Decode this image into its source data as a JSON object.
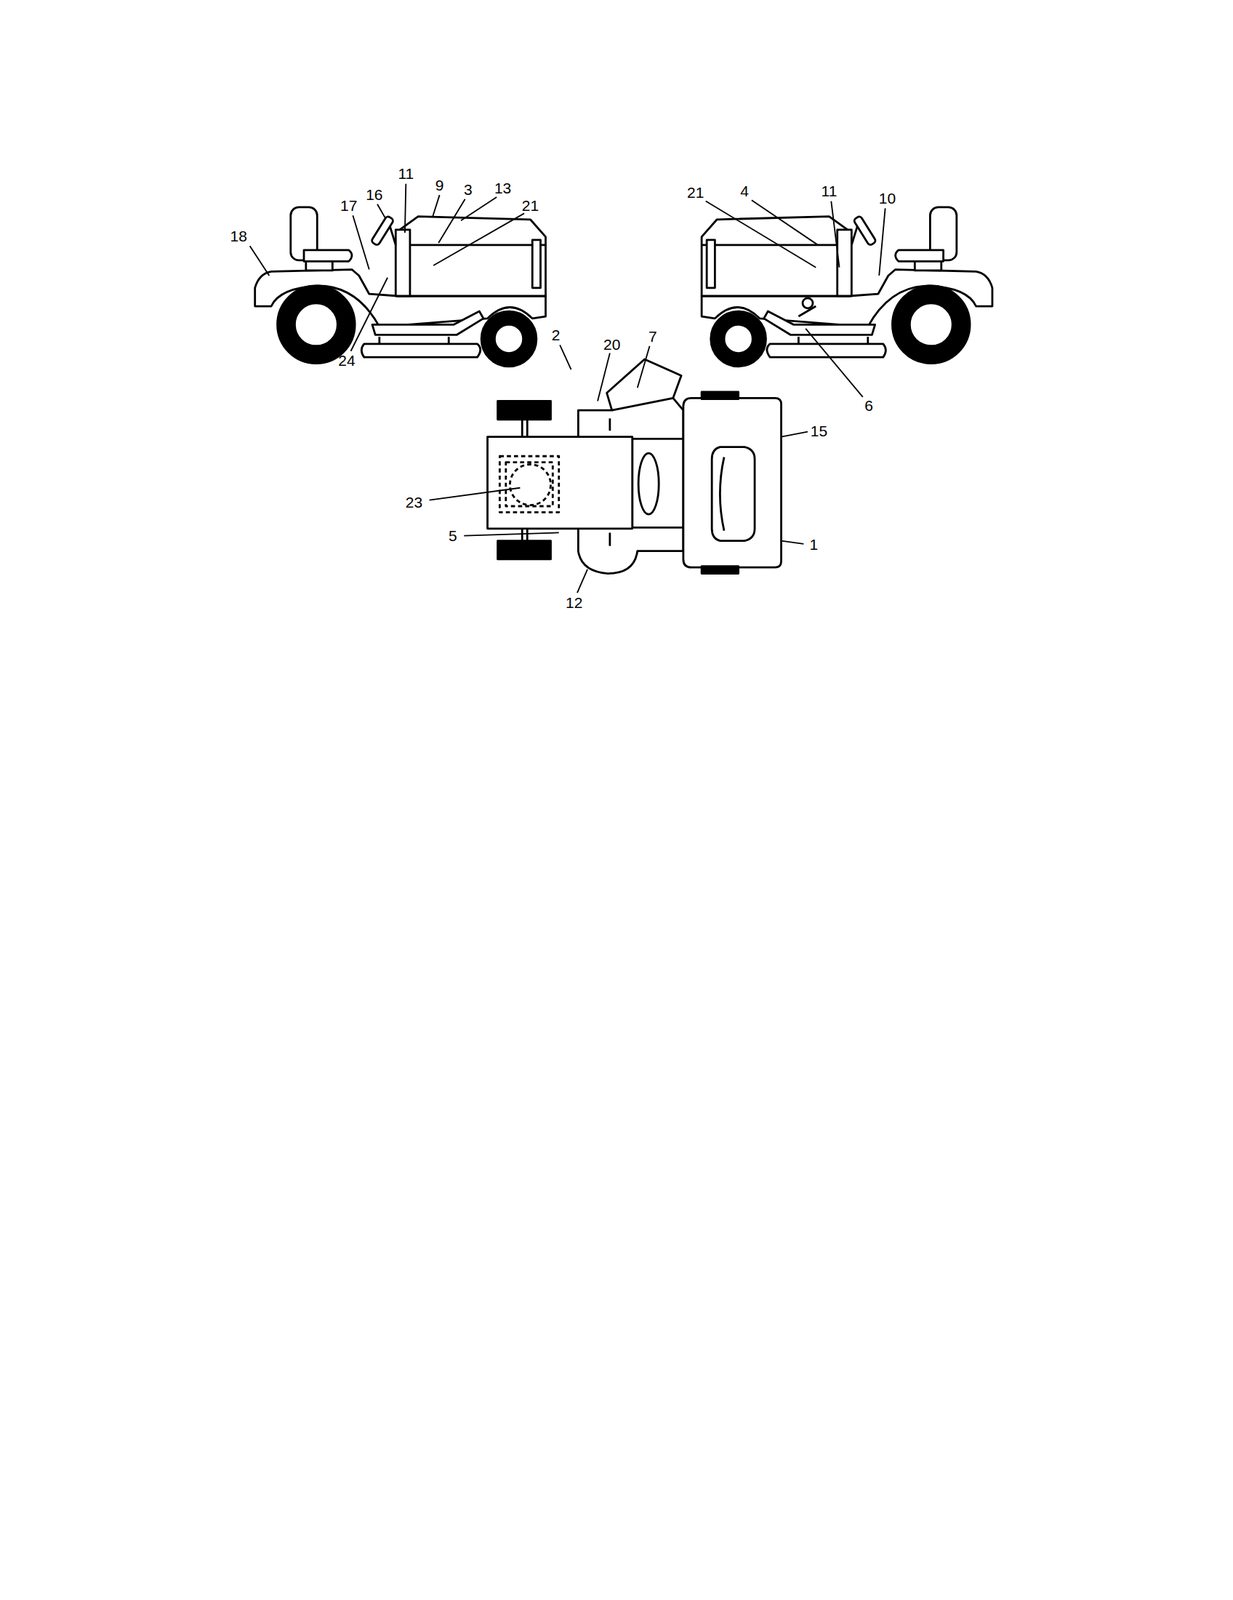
{
  "diagram": {
    "labels": [
      "18",
      "17",
      "16",
      "11",
      "9",
      "3",
      "13",
      "21",
      "24",
      "21",
      "4",
      "11",
      "10",
      "6",
      "7",
      "2",
      "20",
      "15",
      "23",
      "5",
      "1",
      "12"
    ]
  }
}
